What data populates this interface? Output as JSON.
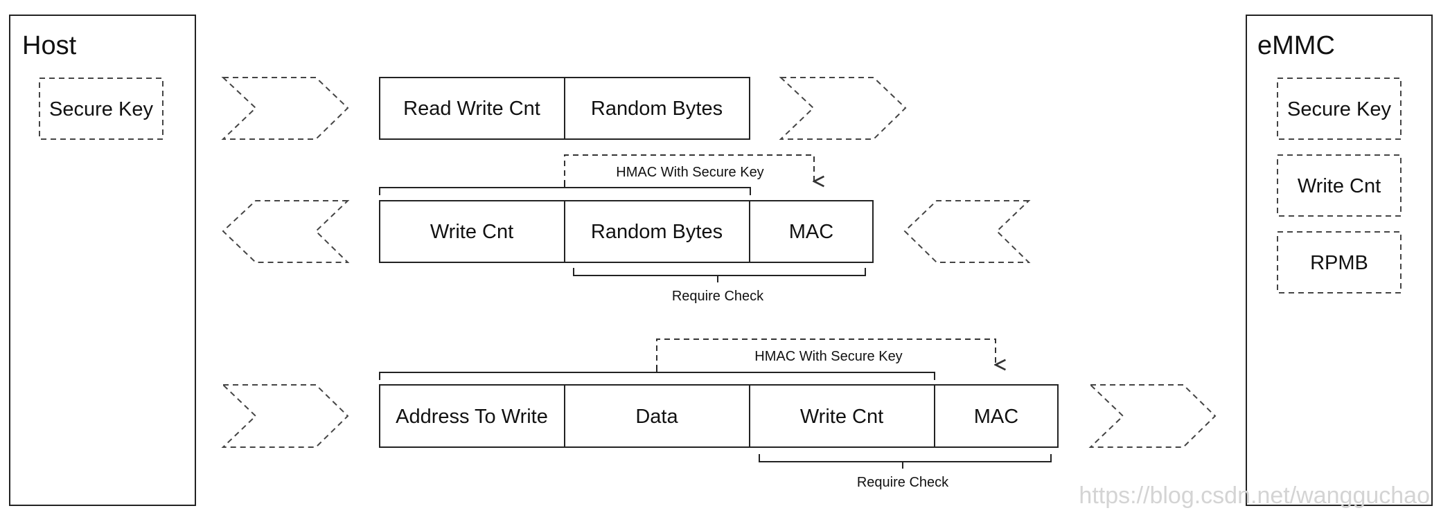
{
  "host": {
    "title": "Host",
    "key_label": "Secure Key"
  },
  "emmc": {
    "title": "eMMC",
    "key_label": "Secure Key",
    "counter_label": "Write Cnt",
    "rpmb_label": "RPMB"
  },
  "row1": {
    "field1": "Read Write Cnt",
    "field2": "Random Bytes"
  },
  "row2": {
    "field1": "Write Cnt",
    "field2": "Random Bytes",
    "field3": "MAC",
    "hmac_note": "HMAC With Secure Key",
    "check_note": "Require Check"
  },
  "row3": {
    "field1": "Address To Write",
    "field2": "Data",
    "field3": "Write Cnt",
    "field4": "MAC",
    "hmac_note": "HMAC With Secure Key",
    "check_note": "Require Check"
  },
  "watermark": "https://blog.csdn.net/wangguchao"
}
